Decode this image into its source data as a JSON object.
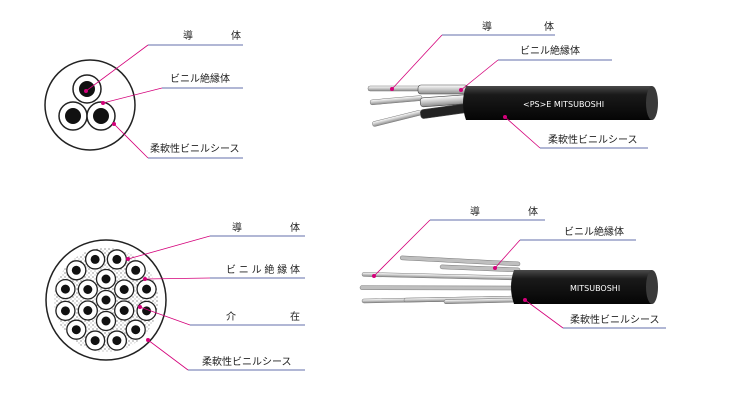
{
  "diagram_top_cross_section": {
    "conductor_label": "導 体",
    "insulation_label": "ビニル絶縁体",
    "sheath_label": "柔軟性ビニルシース"
  },
  "diagram_top_cable": {
    "conductor_label": "導 体",
    "insulation_label": "ビニル絶縁体",
    "sheath_label": "柔軟性ビニルシース",
    "cable_print": "<PS>E MITSUBOSHI"
  },
  "diagram_bottom_cross_section": {
    "conductor_label": "導 体",
    "insulation_label": "ビニル絶縁体",
    "filler_label": "介 在",
    "sheath_label": "柔軟性ビニルシース"
  },
  "diagram_bottom_cable": {
    "conductor_label": "導 体",
    "insulation_label": "ビニル絶縁体",
    "sheath_label": "柔軟性ビニルシース",
    "cable_print": "MITSUBOSHI"
  },
  "colors": {
    "leader": "#d4007a",
    "underline": "#2f3f8f",
    "sheath": "#222222"
  }
}
